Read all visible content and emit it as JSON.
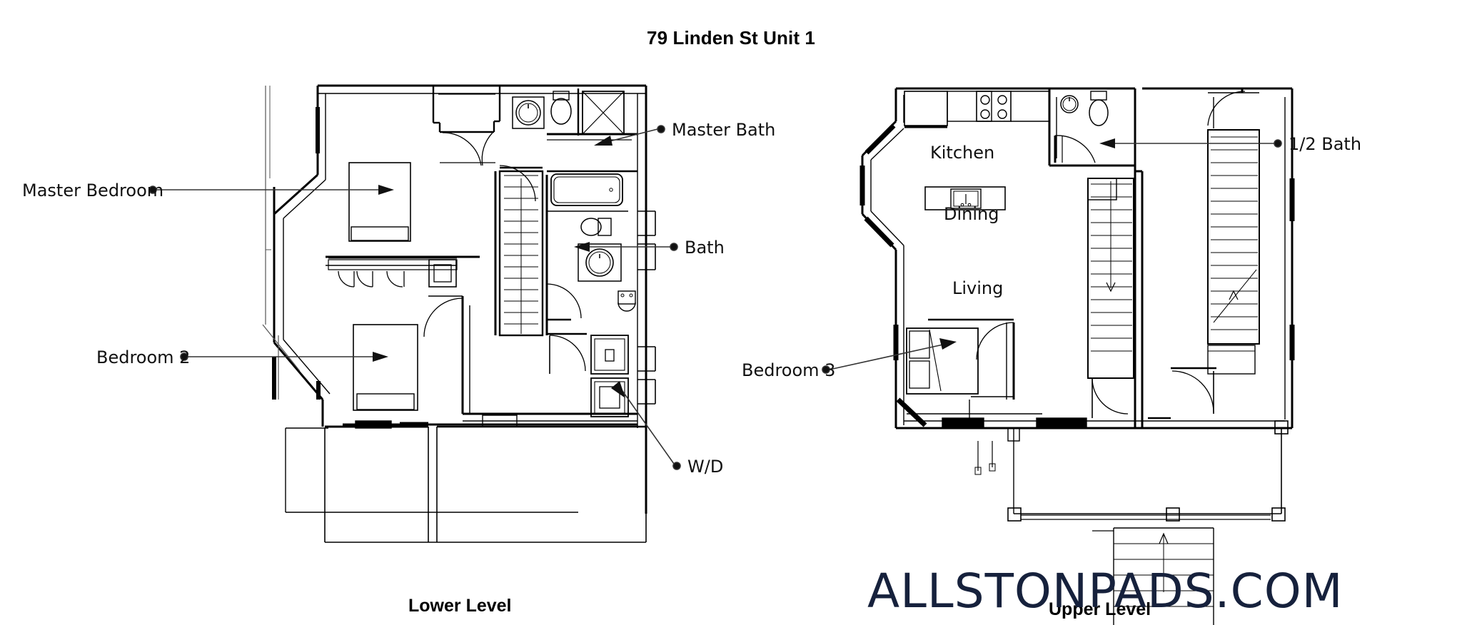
{
  "document": {
    "title": "79 Linden St Unit 1",
    "watermark": "ALLSTONPADS.COM"
  },
  "levels": [
    {
      "id": "lower",
      "caption": "Lower Level"
    },
    {
      "id": "upper",
      "caption": "Upper Level"
    }
  ],
  "lower_level": {
    "caption": "Lower Level",
    "callouts": [
      {
        "id": "master-bedroom",
        "label": "Master Bedroom",
        "side": "left"
      },
      {
        "id": "bedroom-2",
        "label": "Bedroom 2",
        "side": "left"
      },
      {
        "id": "master-bath",
        "label": "Master Bath",
        "side": "right"
      },
      {
        "id": "bath",
        "label": "Bath",
        "side": "right"
      },
      {
        "id": "wd",
        "label": "W/D",
        "side": "right"
      }
    ]
  },
  "upper_level": {
    "caption": "Upper Level",
    "callouts": [
      {
        "id": "bedroom-3",
        "label": "Bedroom 3",
        "side": "left"
      },
      {
        "id": "half-bath",
        "label": "1/2 Bath",
        "side": "right"
      }
    ],
    "room_labels": [
      {
        "id": "kitchen",
        "label": "Kitchen"
      },
      {
        "id": "dining",
        "label": "Dining"
      },
      {
        "id": "living",
        "label": "Living"
      }
    ]
  },
  "colors": {
    "ink": "#000000",
    "paper": "#ffffff",
    "watermark": "#16213c",
    "leader": "#333333"
  }
}
